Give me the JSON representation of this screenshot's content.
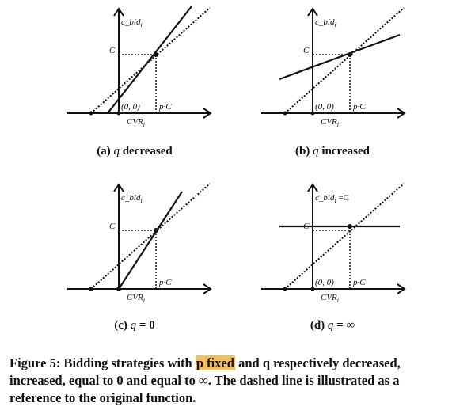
{
  "panels": [
    {
      "id": "a",
      "ylabel": "c_bid",
      "ylabel_sub": "i",
      "c_label": "C",
      "origin_label": "(0, 0)",
      "pc_label": "p·C",
      "xlabel": "CVR",
      "xlabel_sub": "i",
      "caption_tag": "(a)",
      "caption_var": "q",
      "caption_text": "decreased",
      "line_type": "steeper"
    },
    {
      "id": "b",
      "ylabel": "c_bid",
      "ylabel_sub": "i",
      "c_label": "C",
      "origin_label": "(0, 0)",
      "pc_label": "p·C",
      "xlabel": "CVR",
      "xlabel_sub": "i",
      "caption_tag": "(b)",
      "caption_var": "q",
      "caption_text": "increased",
      "line_type": "flatter"
    },
    {
      "id": "c",
      "ylabel": "c_bid",
      "ylabel_sub": "i",
      "c_label": "C",
      "origin_label": "",
      "pc_label": "p·C",
      "xlabel": "CVR",
      "xlabel_sub": "i",
      "caption_tag": "(c)",
      "caption_var": "q",
      "caption_text": "= 0",
      "line_type": "through-origin"
    },
    {
      "id": "d",
      "ylabel": "c_bid",
      "ylabel_sub": "i",
      "ylabel_suffix": " =C",
      "c_label": "C",
      "origin_label": "(0, 0)",
      "pc_label": "p·C",
      "xlabel": "CVR",
      "xlabel_sub": "i",
      "caption_tag": "(d)",
      "caption_var": "q",
      "caption_text": "= ∞",
      "line_type": "horizontal"
    }
  ],
  "figure_caption": {
    "prefix": "Figure 5: Bidding strategies with ",
    "highlight": "p fixed",
    "suffix": " and q respectively decreased, increased, equal to 0 and equal to ∞. The dashed line is illustrated as a reference to the original function."
  }
}
